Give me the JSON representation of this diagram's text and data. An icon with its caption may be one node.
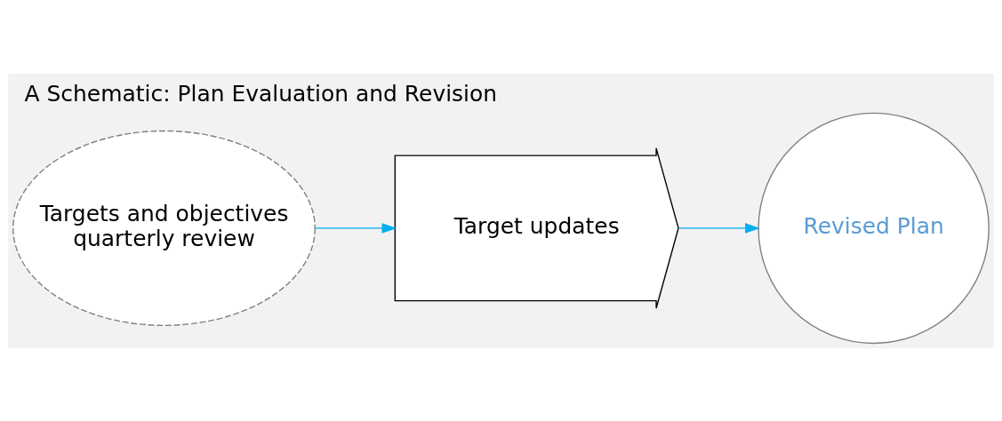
{
  "diagram": {
    "title": "A Schematic: Plan Evaluation and Revision",
    "nodes": [
      {
        "text": [
          "Targets and objectives quarterly review"
        ]
      },
      {
        "text": [
          "Target updates"
        ]
      },
      {
        "text": [
          "Revised Plan"
        ]
      }
    ],
    "edges": [
      {
        "from": 0,
        "to": 1,
        "arrow": "to"
      },
      {
        "from": 1,
        "to": 2,
        "arrow": "to"
      }
    ]
  }
}
